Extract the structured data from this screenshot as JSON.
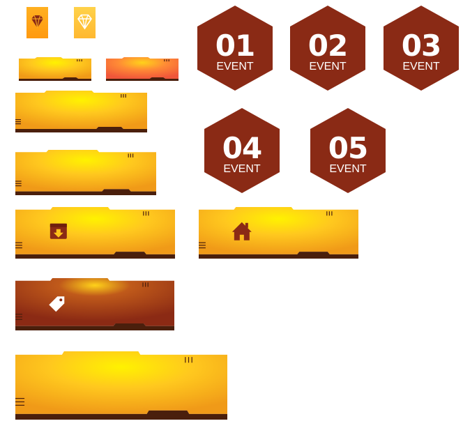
{
  "colors": {
    "gold_light": "#fff200",
    "gold": "#ffc21a",
    "orange": "#f5a31c",
    "dark_brown": "#4a1f0c",
    "maroon": "#8b2a14",
    "hex_fill": "#8a2a15",
    "salmon": "#ff6a3d",
    "white": "#ffffff"
  },
  "event_badges": [
    {
      "number": "01",
      "label": "EVENT"
    },
    {
      "number": "02",
      "label": "EVENT"
    },
    {
      "number": "03",
      "label": "EVENT"
    },
    {
      "number": "04",
      "label": "EVENT"
    },
    {
      "number": "05",
      "label": "EVENT"
    }
  ],
  "gem_buttons": [
    {
      "icon": "diamond-icon",
      "variant": "gold"
    },
    {
      "icon": "diamond-outline-icon",
      "variant": "pale"
    }
  ],
  "panels": [
    {
      "id": "panel-small-gold",
      "variant": "gold",
      "icon": null
    },
    {
      "id": "panel-small-red",
      "variant": "red",
      "icon": null
    },
    {
      "id": "panel-medium-1",
      "variant": "gold",
      "icon": null
    },
    {
      "id": "panel-medium-2",
      "variant": "gold",
      "icon": null
    },
    {
      "id": "panel-download",
      "variant": "gold",
      "icon": "download-box-icon"
    },
    {
      "id": "panel-home",
      "variant": "gold",
      "icon": "home-icon"
    },
    {
      "id": "panel-tag",
      "variant": "maroon",
      "icon": "tag-icon"
    },
    {
      "id": "panel-large",
      "variant": "gold",
      "icon": null
    }
  ]
}
